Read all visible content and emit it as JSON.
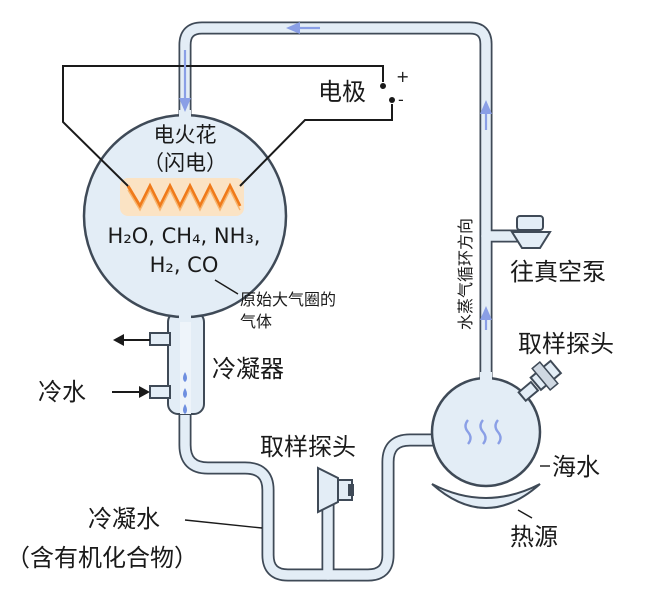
{
  "labels": {
    "electrode": "电极",
    "plus": "+",
    "minus": "-",
    "spark_line1": "电火花",
    "spark_line2": "（闪电）",
    "gas_line1": "H₂O, CH₄, NH₃,",
    "gas_line2": "H₂, CO",
    "atmosphere_line1": "原始大气圈的",
    "atmosphere_line2": "气体",
    "condenser": "冷凝器",
    "cold_water": "冷水",
    "sampling_probe_mid": "取样探头",
    "sampling_probe_right": "取样探头",
    "to_vacuum_pump": "往真空泵",
    "vapor_direction": "水蒸气循环方向",
    "seawater": "海水",
    "heat_source": "热源",
    "condensate_line1": "冷凝水",
    "condensate_line2": "（含有机化合物）"
  },
  "colors": {
    "tube_outline": "#3f4a57",
    "tube_fill": "#e3edf6",
    "flow_arrow": "#8a9fe6",
    "spark": "#f07a1a",
    "spark_glow": "#fbe3c4",
    "text": "#1a1a1a"
  }
}
